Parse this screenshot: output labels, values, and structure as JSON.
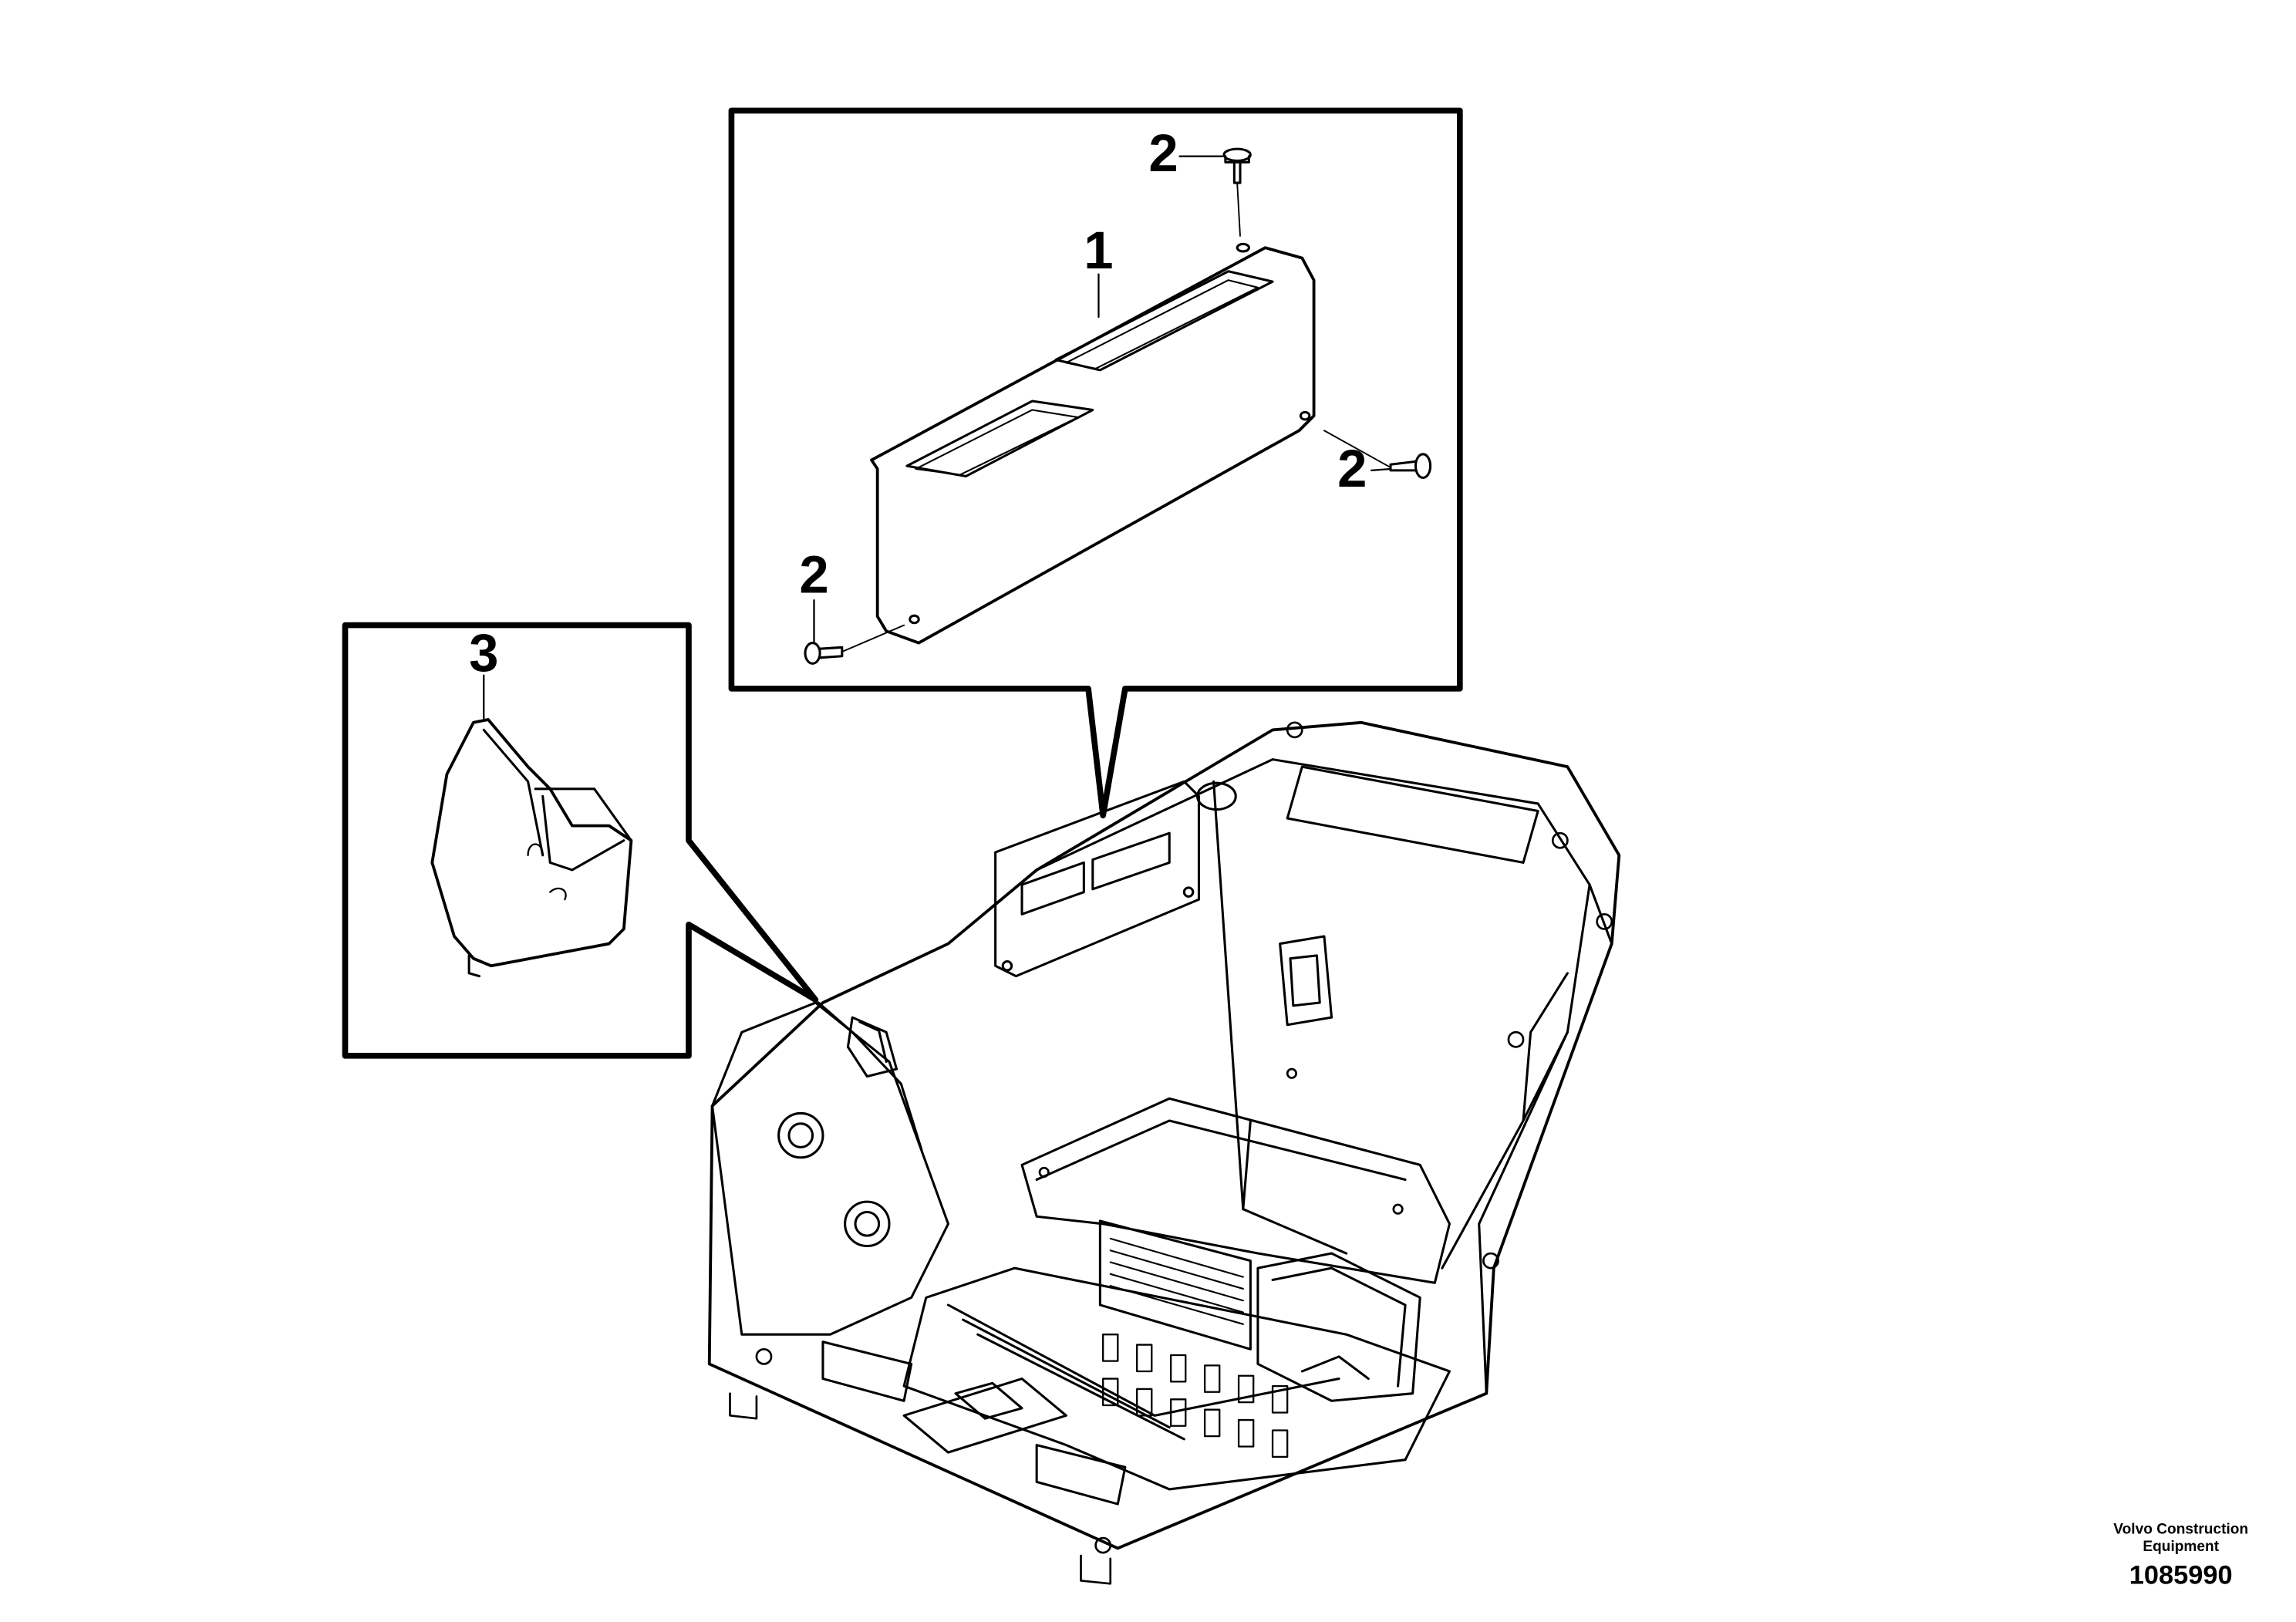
{
  "callouts": {
    "c1": "1",
    "c2a": "2",
    "c2b": "2",
    "c2c": "2",
    "c3": "3"
  },
  "brand": {
    "line1": "Volvo Construction",
    "line2": "Equipment",
    "drawing_number": "1085990"
  }
}
